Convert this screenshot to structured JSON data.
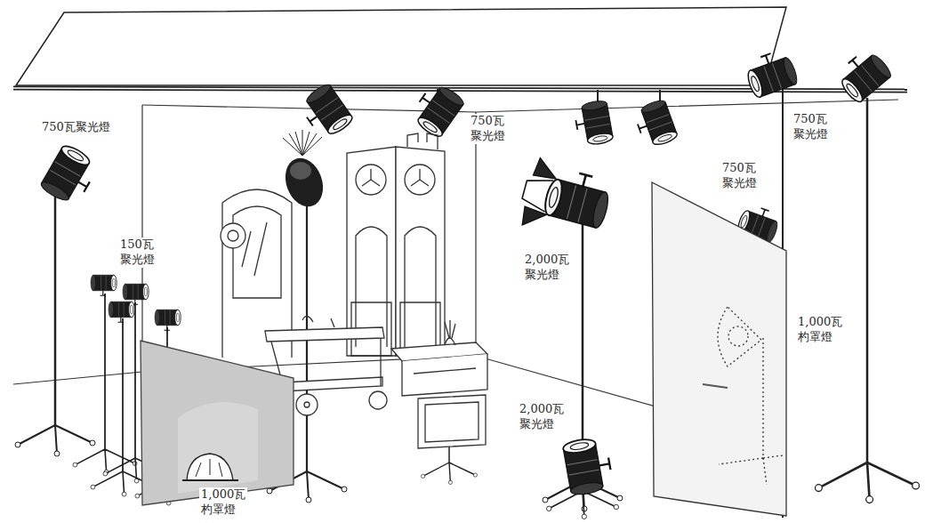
{
  "diagram": {
    "labels": [
      "750瓦聚光燈",
      "750瓦 聚光燈",
      "750瓦 聚光燈",
      "750瓦 聚光燈",
      "150瓦 聚光燈",
      "2,000瓦 聚光燈",
      "1,000瓦 杓罩燈",
      "2,000瓦 聚光燈",
      "1,000瓦 杓罩燈"
    ]
  }
}
